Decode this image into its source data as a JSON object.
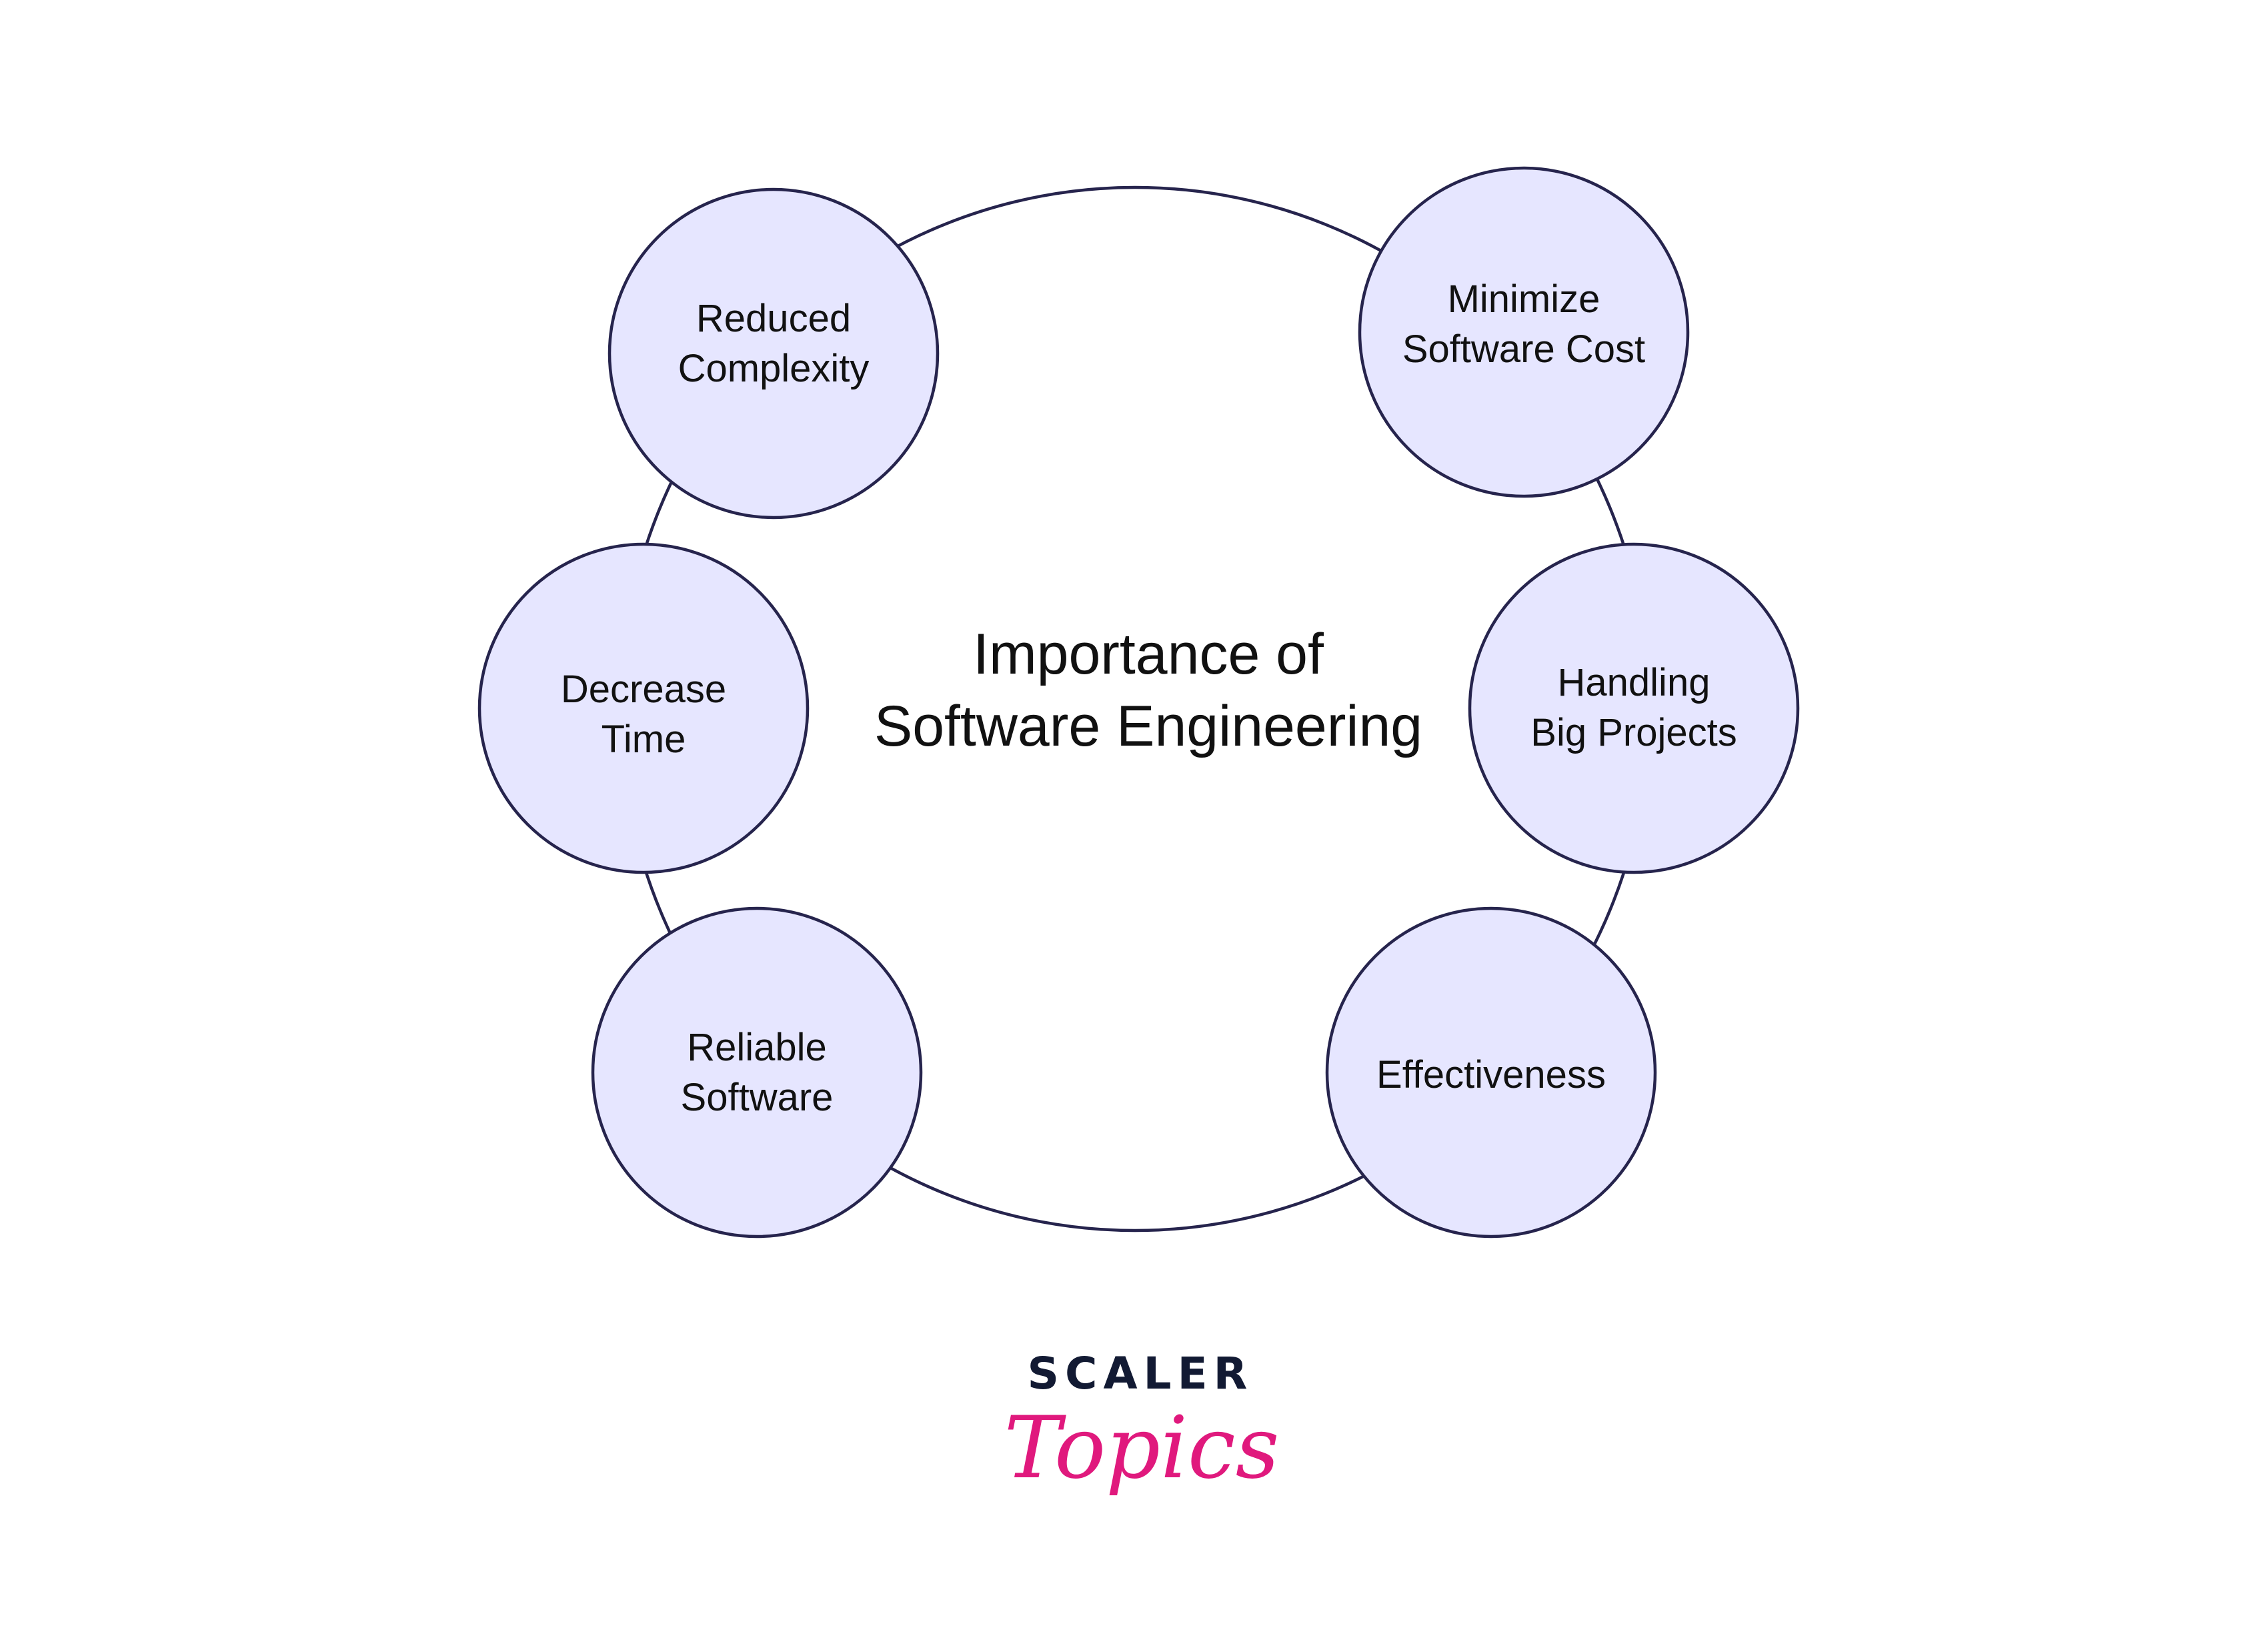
{
  "diagram": {
    "center_title": {
      "line1": "Importance of",
      "line2": "Software Engineering"
    },
    "nodes": [
      {
        "id": "reduced-complexity",
        "lines": [
          "Reduced",
          "Complexity"
        ]
      },
      {
        "id": "minimize-software-cost",
        "lines": [
          "Minimize",
          "Software Cost"
        ]
      },
      {
        "id": "decrease-time",
        "lines": [
          "Decrease",
          "Time"
        ]
      },
      {
        "id": "handling-big-projects",
        "lines": [
          "Handling",
          "Big Projects"
        ]
      },
      {
        "id": "reliable-software",
        "lines": [
          "Reliable",
          "Software"
        ]
      },
      {
        "id": "effectiveness",
        "lines": [
          "Effectiveness"
        ]
      }
    ]
  },
  "colors": {
    "node_fill": "#e6e6ff",
    "stroke": "#26244d",
    "text": "#111111",
    "logo_dark": "#121a33",
    "logo_accent": "#e0197d"
  },
  "logo": {
    "scaler": "SCALER",
    "topics": "Topics"
  }
}
